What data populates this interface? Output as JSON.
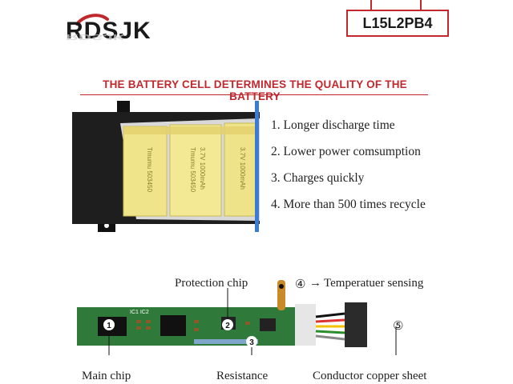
{
  "brand": {
    "logo_text": "RDSJK"
  },
  "model": {
    "label": "L15L2PB4"
  },
  "headline": "THE BATTERY CELL DETERMINES THE QUALITY OF THE BATTERY",
  "features": [
    "1. Longer discharge time",
    "2. Lower power comsumption",
    "3. Charges quickly",
    "4. More than 500 times recycle"
  ],
  "circuit": {
    "labels": {
      "protection_chip": "Protection chip",
      "temperature": "Temperatuer sensing",
      "temperature_num": "④",
      "main_chip": "Main chip",
      "resistance": "Resistance",
      "conductor": "Conductor copper sheet",
      "conductor_num": "⑤"
    },
    "markers": [
      "1",
      "2",
      "3"
    ],
    "pcb_text": "IC1 IC2"
  },
  "colors": {
    "accent": "#c0282d",
    "pcb": "#2f7a3a",
    "cell_yellow": "#f0e48a"
  }
}
